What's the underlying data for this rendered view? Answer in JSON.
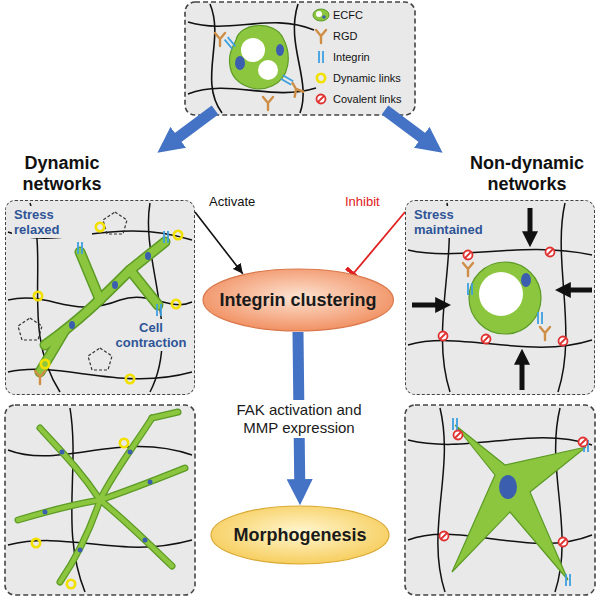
{
  "diagram": {
    "nodes": [
      {
        "text": [
          "Dynamic networks",
          "Stress relaxed",
          "Cell contraction"
        ]
      },
      {
        "text": [
          "Non-dynamic networks",
          "Stress maintained"
        ]
      },
      {
        "text": [
          "Integrin clustering"
        ]
      },
      {
        "text": [
          "Morphogenesis"
        ]
      }
    ],
    "edges": [
      {
        "from": 0,
        "to": 2,
        "arrow": "to",
        "label": "Activate"
      },
      {
        "from": 1,
        "to": 2,
        "arrow": "to",
        "label": "Inhibit"
      },
      {
        "from": 2,
        "to": 3,
        "arrow": "to",
        "label": "FAK activation and MMP expression"
      }
    ],
    "legend": [
      {
        "text": "ECFC"
      },
      {
        "text": "RGD"
      },
      {
        "text": "Integrin"
      },
      {
        "text": "Dynamic links"
      },
      {
        "text": "Covalent links"
      }
    ]
  }
}
